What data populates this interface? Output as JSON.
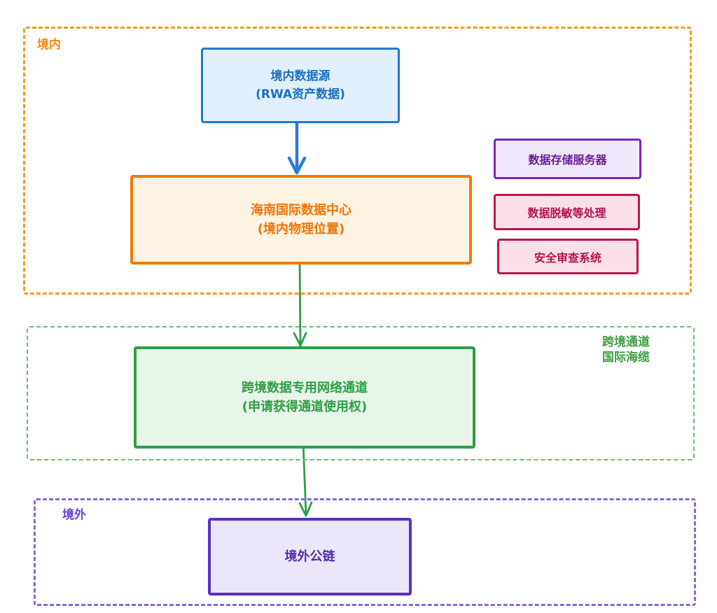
{
  "diagram": {
    "type": "flowchart",
    "regions": {
      "domestic": {
        "label": "境内",
        "border_color": "#fb9b15",
        "label_color": "#f8880b"
      },
      "cross_border_channel": {
        "label_line1": "跨境通道",
        "label_line2": "国际海缆",
        "border_color": "#69bb6e",
        "label_color": "#3f9e46"
      },
      "overseas": {
        "label": "境外",
        "border_color": "#8a66dd",
        "label_color": "#6741d9"
      }
    },
    "nodes": {
      "domestic_data_source": {
        "title": "境内数据源",
        "subtitle": "(RWA资产数据)",
        "stroke": "#2078d4",
        "fill": "#e1f0fc"
      },
      "hainan_data_center": {
        "title": "海南国际数据中心",
        "subtitle": "(境内物理位置)",
        "stroke": "#f07c03",
        "fill": "#fdf3e2"
      },
      "data_storage_server": {
        "label": "数据存储服务器",
        "stroke": "#7d24c4",
        "fill": "#f2e8fb"
      },
      "data_masking": {
        "label": "数据脱敏等处理",
        "stroke": "#bd1550",
        "fill": "#fbe0ea"
      },
      "security_review": {
        "label": "安全审查系统",
        "stroke": "#bd1550",
        "fill": "#fbe0ea"
      },
      "cross_border_network_channel": {
        "title": "跨境数据专用网络通道",
        "subtitle": "(申请获得通道使用权)",
        "stroke": "#2f9e44",
        "fill": "#e8f5e9"
      },
      "overseas_public_chain": {
        "label": "境外公链",
        "stroke": "#5b2fc0",
        "fill": "#ece7f8"
      }
    },
    "edges": [
      {
        "from": "domestic_data_source",
        "to": "hainan_data_center",
        "color": "#2b7cd6"
      },
      {
        "from": "hainan_data_center",
        "to": "cross_border_network_channel",
        "color": "#2f9e44"
      },
      {
        "from": "cross_border_network_channel",
        "to": "overseas_public_chain",
        "color": "#2f9e44"
      }
    ]
  }
}
